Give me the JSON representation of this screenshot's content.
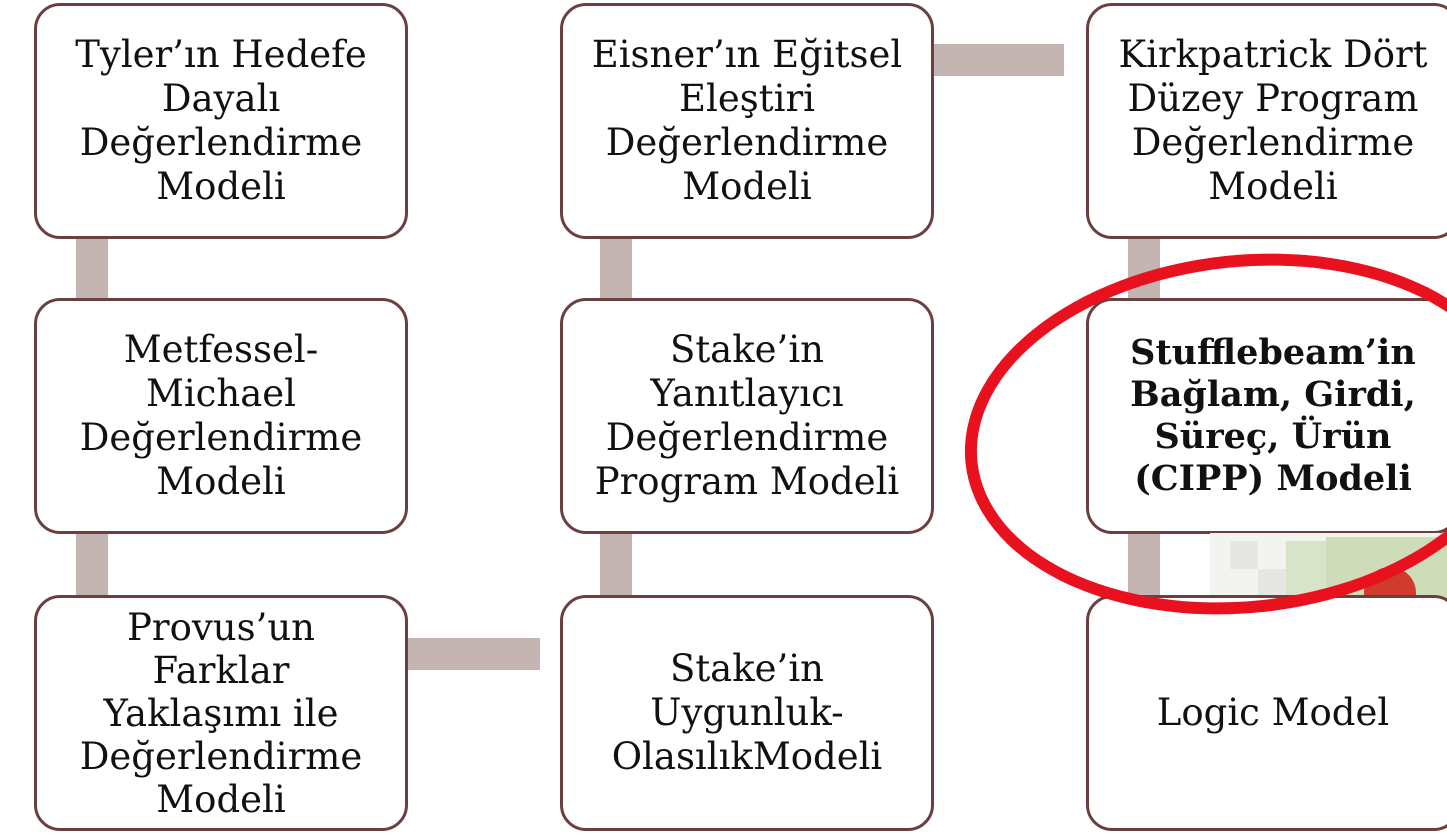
{
  "diagram": {
    "boxes": [
      {
        "id": "tyler",
        "label": "Tyler’ın Hedefe\nDayalı\nDeğerlendirme\nModeli"
      },
      {
        "id": "eisner",
        "label": "Eisner’ın Eğitsel\nEleştiri\nDeğerlendirme\nModeli"
      },
      {
        "id": "kirkpatrick",
        "label": "Kirkpatrick Dört\nDüzey Program\nDeğerlendirme\nModeli"
      },
      {
        "id": "metfessel",
        "label": "Metfessel-\nMichael\nDeğerlendirme\nModeli"
      },
      {
        "id": "stake-responsive",
        "label": "Stake’in\nYanıtlayıcı\nDeğerlendirme\nProgram Modeli"
      },
      {
        "id": "cipp",
        "label": "Stufflebeam’in\nBağlam, Girdi,\nSüreç, Ürün\n(CIPP) Modeli"
      },
      {
        "id": "provus",
        "label": "Provus’un\nFarklar\nYaklaşımı ile\nDeğerlendirme\nModeli"
      },
      {
        "id": "stake-countenance",
        "label": "Stake’in\nUygunluk-\nOlasılıkModeli"
      },
      {
        "id": "logic",
        "label": "Logic Model"
      }
    ],
    "highlight": "cipp",
    "colors": {
      "box_border": "#6b3f3f",
      "connector": "#c4b5b3",
      "highlight_ring": "#e8111d"
    }
  }
}
